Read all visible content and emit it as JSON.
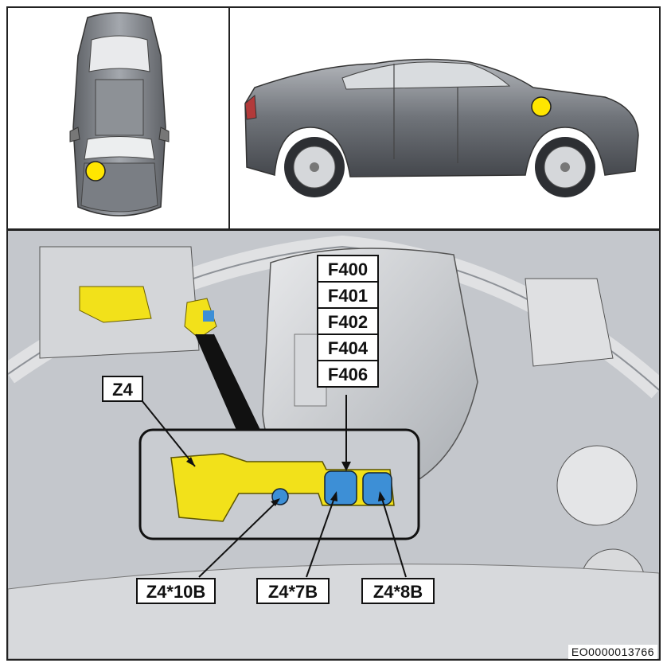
{
  "callouts": {
    "fuses": [
      "F400",
      "F401",
      "F402",
      "F404",
      "F406"
    ],
    "z4": "Z4",
    "z4_10b": "Z4*10B",
    "z4_7b": "Z4*7B",
    "z4_8b": "Z4*8B"
  },
  "document_id": "EO0000013766",
  "colors": {
    "location_marker": "#ffe600",
    "highlight": "#f2e11a",
    "connector": "#3d8fd6",
    "frame": "#222222"
  },
  "icons": {
    "marker": "location-dot-icon"
  }
}
